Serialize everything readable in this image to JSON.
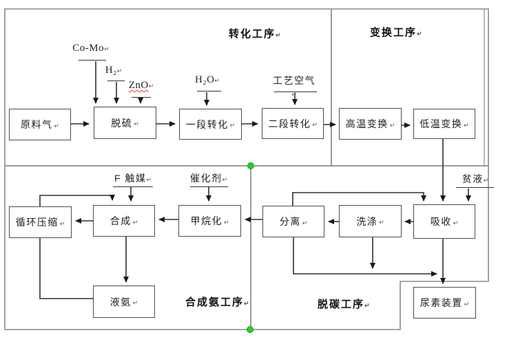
{
  "sections": {
    "reforming": "转化工序",
    "shift": "变换工序",
    "ammonia_synthesis": "合成氨工序",
    "decarbonization": "脱碳工序"
  },
  "nodes": {
    "raw_gas": "原料气",
    "desulfurization": "脱硫",
    "primary_reforming": "一段转化",
    "secondary_reforming": "二段转化",
    "high_temp_shift": "高温变换",
    "low_temp_shift": "低温变换",
    "recycle_compression": "循环压缩",
    "synthesis": "合成",
    "methanation": "甲烷化",
    "separation": "分离",
    "washing": "洗涤",
    "absorption": "吸收",
    "liquid_ammonia": "液氨",
    "urea_unit": "尿素装置"
  },
  "inputs": {
    "co_mo": "Co-Mo",
    "h2": "H₂",
    "zno": "ZnO",
    "h2o": "H₂O",
    "process_air": "工艺空气",
    "f_catalyst": "F 触媒",
    "catalyst": "催化剂",
    "lean_solution": "贫液"
  },
  "marks": {
    "return_mark": "↵"
  },
  "colors": {
    "flow_line": "#2e2e2e",
    "section_border": "#8a8a8a",
    "handle_green": "#22d422",
    "spellcheck_red": "#e23b2e"
  }
}
